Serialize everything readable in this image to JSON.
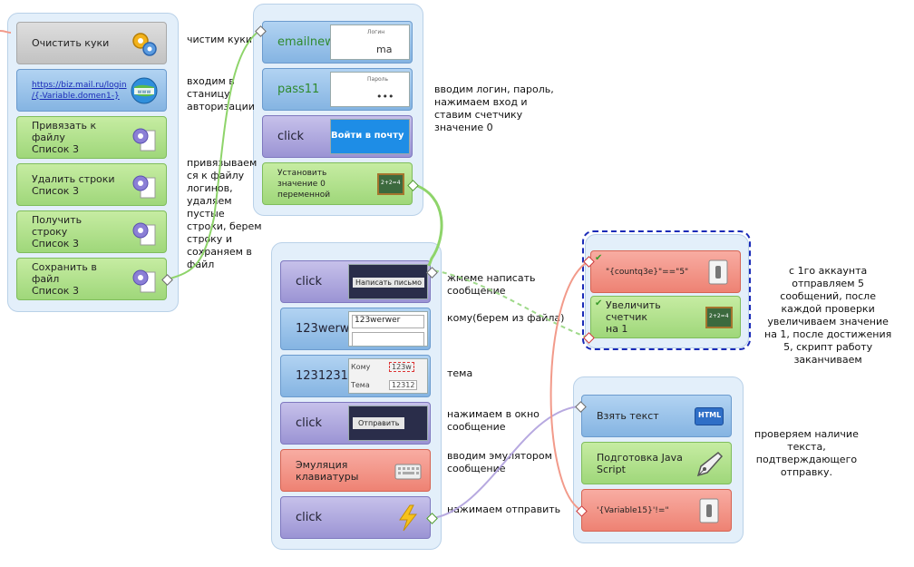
{
  "group1": {
    "blocks": [
      {
        "label": "Очистить куки",
        "icon": "gears-icon"
      },
      {
        "label": "https://biz.mail.ru/login\n/{-Variable.domen1-}",
        "icon": "www-globe-icon"
      },
      {
        "label": "Привязать к файлу\nСписок 3",
        "icon": "gear-document-icon"
      },
      {
        "label": "Удалить строки\nСписок 3",
        "icon": "gear-document-icon"
      },
      {
        "label": "Получить строку\nСписок 3",
        "icon": "gear-document-icon"
      },
      {
        "label": "Сохранить в файл\nСписок 3",
        "icon": "gear-document-icon"
      }
    ]
  },
  "group2": {
    "blocks": [
      {
        "label": "emailnews",
        "thumb_text": "Логин",
        "thumb_text2": "ma"
      },
      {
        "label": "pass11",
        "thumb_text": "Пароль",
        "thumb_text2": "•••"
      },
      {
        "label": "click",
        "thumb_text": "Войти в почту"
      },
      {
        "label": "Установить значение 0\nпеременной",
        "icon": "chalkboard-icon",
        "icon_text": "2+2=4"
      }
    ]
  },
  "group3": {
    "blocks": [
      {
        "label": "click",
        "thumb_text": "Написать письмо"
      },
      {
        "label": "123werwer",
        "thumb_text": "123werwer"
      },
      {
        "label": "12312312",
        "thumb_text": "Кому",
        "thumb_text2": "123w",
        "thumb_text3": "Тема",
        "thumb_text4": "12312"
      },
      {
        "label": "click",
        "thumb_text": "Отправить"
      },
      {
        "label": "Эмуляция\nклавиатуры",
        "icon": "keyboard-icon"
      },
      {
        "label": "click",
        "icon": "lightning-icon"
      }
    ]
  },
  "group4": {
    "blocks": [
      {
        "label": "\"{countq3e}\"==\"5\"",
        "icon": "switch-icon"
      },
      {
        "label": "Увеличить счетчик\nна 1",
        "icon": "chalkboard-icon",
        "icon_text": "2+2=4"
      }
    ]
  },
  "group5": {
    "blocks": [
      {
        "label": "Взять текст",
        "icon": "html-icon",
        "icon_text": "HTML"
      },
      {
        "label": "Подготовка Java\nScript",
        "icon": "pen-nib-icon"
      },
      {
        "label": "'{Variable15}'!=\"",
        "icon": "switch-icon"
      }
    ]
  },
  "notes": {
    "n1": "чистим куки",
    "n2": "входим в\nстаницу\nавторизации",
    "n3": "привязываем\nся к файлу\nлогинов,\nудаляем\nпустые\nстроки, берем\nстроку и\nсохраняем в\nфайл",
    "n4": "вводим логин, пароль,\nнажимаем вход и\nставим счетчику\nзначение 0",
    "n5": "жмеме написать\nсообщение",
    "n6": "кому(берем из файла)",
    "n7": "тема",
    "n8": "нажимаем в окно\nсообщение",
    "n9": "вводим эмулятором\nсообщение",
    "n10": "нажимаем отправить",
    "n11": "с 1го аккаунта\nотправляем 5\nсообщений, после\nкаждой проверки\nувеличиваем значение\nна 1, после достижения\n5, скрипт работу\nзаканчиваем",
    "n12": "проверяем наличие\nтекста,\nподтверждающего\nотправку."
  },
  "colors": {
    "wire_green": "#8ed46a",
    "wire_red": "#f29a8a",
    "wire_purple": "#b7a9e0",
    "dashed_box": "#1a2bb8"
  }
}
